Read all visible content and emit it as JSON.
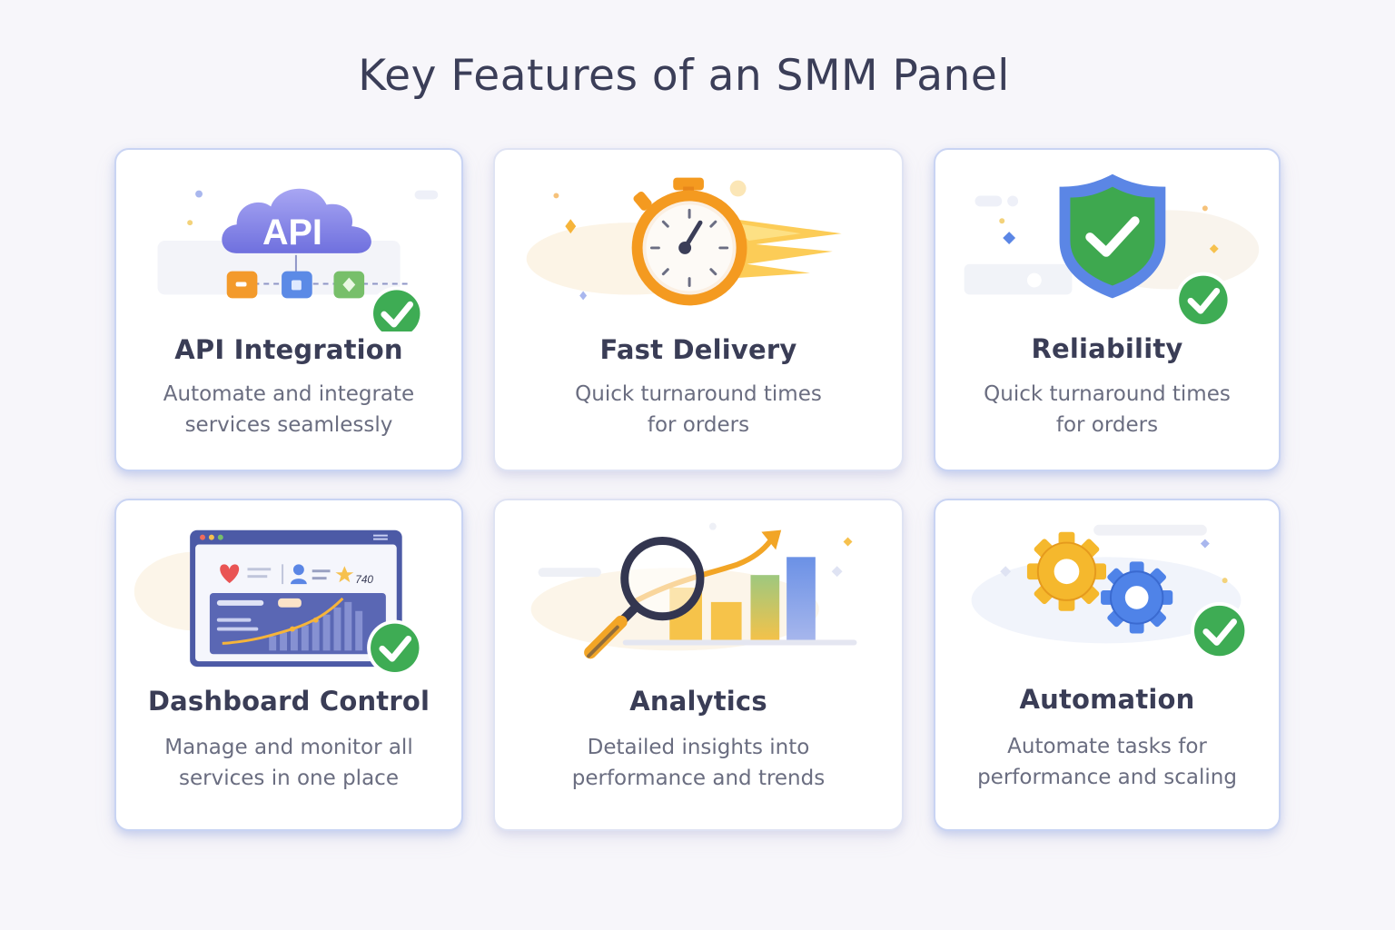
{
  "page": {
    "title": "Key Features of an SMM Panel"
  },
  "colors": {
    "background": "#f7f6fa",
    "card_border": "#dfe3f3",
    "check_green": "#3eac54",
    "api_purple": "#7e7fe6",
    "timer_orange": "#f49a20",
    "shield_blue": "#5b86e5",
    "gear_yellow": "#f5b82d",
    "gear_blue": "#4f83e8"
  },
  "features": [
    {
      "title": "API Integration",
      "desc_line1": "Automate and integrate",
      "desc_line2": "services seamlessly",
      "icon": "api-cloud-icon",
      "icon_text": "API"
    },
    {
      "title": "Fast Delivery",
      "desc_line1": "Quick turnaround times",
      "desc_line2": "for orders",
      "icon": "stopwatch-icon"
    },
    {
      "title": "Reliability",
      "desc_line1": "Quick turnaround times",
      "desc_line2": "for orders",
      "icon": "shield-check-icon"
    },
    {
      "title": "Dashboard Control",
      "desc_line1": "Manage and monitor all",
      "desc_line2": "services in one place",
      "icon": "dashboard-icon",
      "icon_text": "740"
    },
    {
      "title": "Analytics",
      "desc_line1": "Detailed insights into",
      "desc_line2": "performance and trends",
      "icon": "magnifier-chart-icon"
    },
    {
      "title": "Automation",
      "desc_line1": "Automate tasks for",
      "desc_line2": "performance and scaling",
      "icon": "gears-icon"
    }
  ]
}
